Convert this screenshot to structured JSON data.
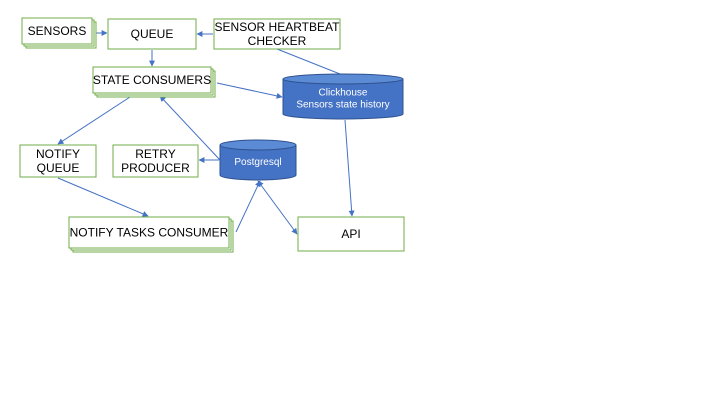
{
  "colors": {
    "box_border": "#70AD47",
    "arrow": "#4472C4",
    "db_fill": "#4472C4",
    "db_top": "#5B8BD5",
    "db_stroke": "#2F528F"
  },
  "nodes": {
    "sensors": {
      "lines": [
        "SENSORS"
      ]
    },
    "queue": {
      "lines": [
        "QUEUE"
      ]
    },
    "heartbeat": {
      "lines": [
        "SENSOR HEARTBEAT",
        "CHECKER"
      ]
    },
    "state_consumers": {
      "lines": [
        "STATE CONSUMERS"
      ]
    },
    "clickhouse": {
      "lines": [
        "Clickhouse",
        "Sensors state history"
      ]
    },
    "notify_queue": {
      "lines": [
        "NOTIFY",
        "QUEUE"
      ]
    },
    "retry_producer": {
      "lines": [
        "RETRY",
        "PRODUCER"
      ]
    },
    "postgresql": {
      "lines": [
        "Postgresql"
      ]
    },
    "notify_tasks_consumer": {
      "lines": [
        "NOTIFY TASKS CONSUMER"
      ]
    },
    "api": {
      "lines": [
        "API"
      ]
    }
  }
}
